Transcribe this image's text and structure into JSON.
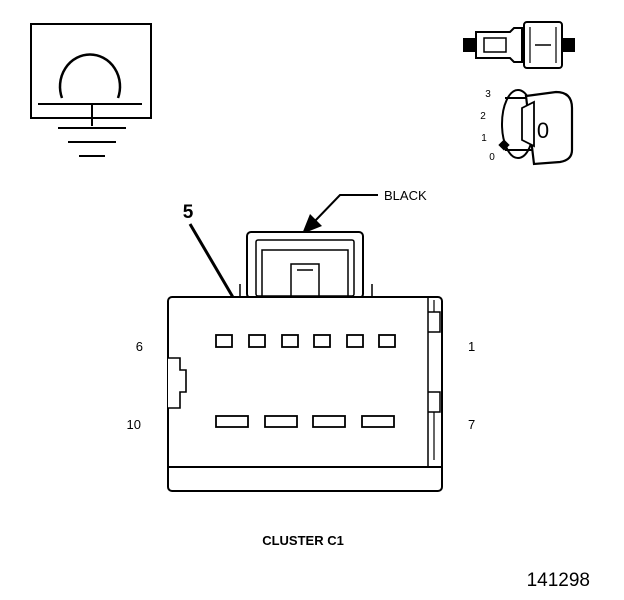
{
  "connector": {
    "color_label": "BLACK",
    "name": "CLUSTER C1",
    "callout_number": "5",
    "pin_labels": {
      "top_left": "6",
      "top_right": "1",
      "bottom_left": "10",
      "bottom_right": "7"
    }
  },
  "ignition_key": {
    "positions": [
      "3",
      "2",
      "1",
      "0"
    ],
    "current": "0"
  },
  "figure_number": "141298"
}
